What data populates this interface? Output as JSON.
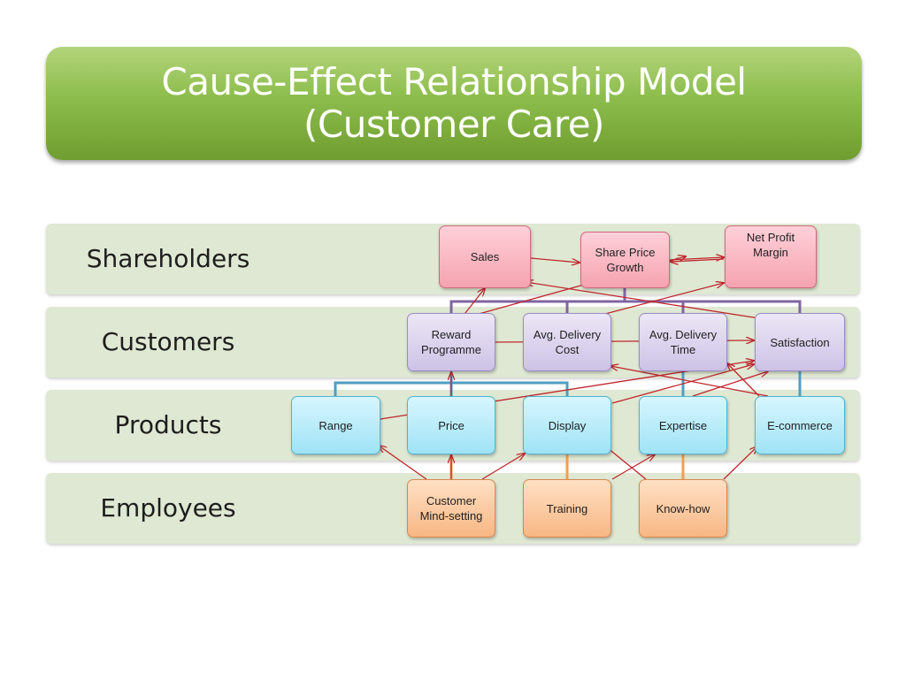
{
  "title": {
    "line1": "Cause-Effect Relationship Model",
    "line2": "(Customer Care)"
  },
  "layers": {
    "shareholders": "Shareholders",
    "customers": "Customers",
    "products": "Products",
    "employees": "Employees"
  },
  "nodes": {
    "sales": "Sales",
    "share_price": "Share Price\nGrowth",
    "net_profit": "Net Profit\nMargin",
    "reward": "Reward\nProgramme",
    "delivery_cost": "Avg. Delivery\nCost",
    "delivery_time": "Avg. Delivery\nTime",
    "satisfaction": "Satisfaction",
    "range": "Range",
    "price": "Price",
    "display": "Display",
    "expertise": "Expertise",
    "ecommerce": "E-commerce",
    "mindset": "Customer\nMind-setting",
    "training": "Training",
    "knowhow": "Know-how"
  },
  "colors": {
    "title_green": "#8cbd4c",
    "band": "#dfe8d3",
    "arrow_red": "#c0272d",
    "bracket_purple": "#8064a2",
    "bracket_blue": "#4f9ec2",
    "bracket_orange": "#f0a050"
  }
}
